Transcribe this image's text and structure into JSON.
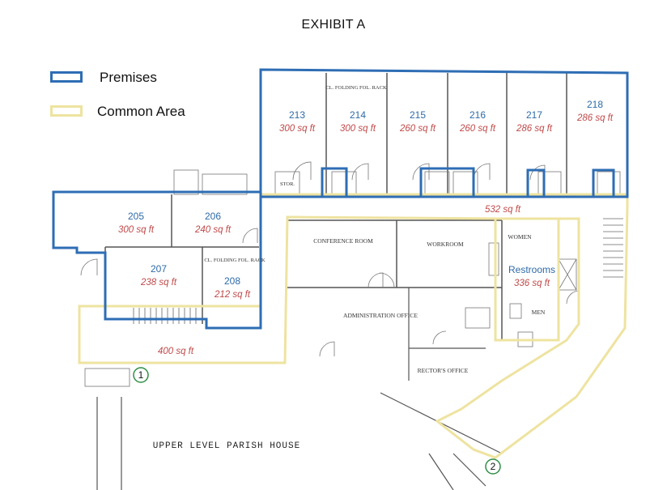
{
  "title": "EXHIBIT A",
  "legend": {
    "premises": {
      "label": "Premises",
      "color": "#2e6db4"
    },
    "common": {
      "label": "Common Area",
      "color": "#eee3a0"
    }
  },
  "rooms": [
    {
      "number": "213",
      "area": "300 sq ft"
    },
    {
      "number": "214",
      "area": "300 sq ft"
    },
    {
      "number": "215",
      "area": "260 sq ft"
    },
    {
      "number": "216",
      "area": "260 sq ft"
    },
    {
      "number": "217",
      "area": "286 sq ft"
    },
    {
      "number": "218",
      "area": "286 sq ft"
    },
    {
      "number": "205",
      "area": "300 sq ft"
    },
    {
      "number": "206",
      "area": "240 sq ft"
    },
    {
      "number": "207",
      "area": "238 sq ft"
    },
    {
      "number": "208",
      "area": "212 sq ft"
    }
  ],
  "common_areas": {
    "corridor": "532 sq ft",
    "restrooms": {
      "label": "Restrooms",
      "area": "336 sq ft"
    },
    "lobby": "400 sq ft"
  },
  "plan_labels": {
    "conference": "CONFERENCE ROOM",
    "workroom": "WORKROOM",
    "administration": "ADMINISTRATION OFFICE",
    "rectors": "RECTOR'S OFFICE",
    "womens": "WOMEN",
    "mens": "MEN",
    "closet": "CL. FOLDING FOL. RACK",
    "stor": "STOR.",
    "caption": "UPPER LEVEL PARISH HOUSE"
  },
  "markers": [
    "1",
    "2"
  ]
}
